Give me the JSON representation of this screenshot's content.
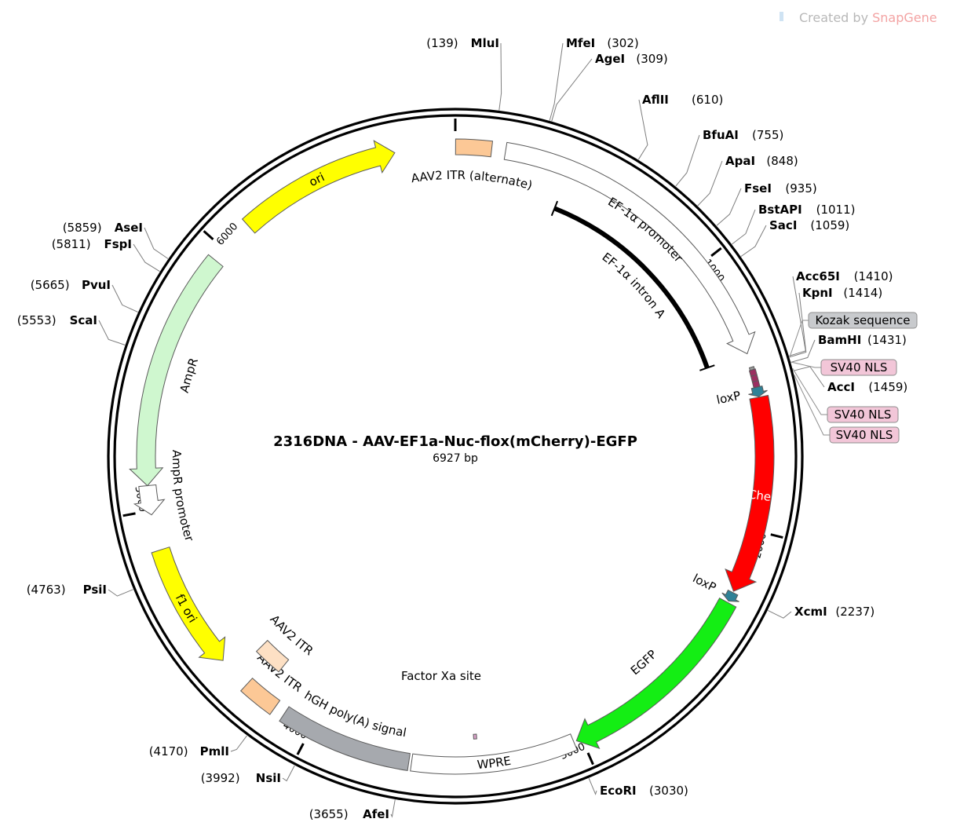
{
  "watermark": {
    "prefix": "Created by ",
    "brand": "SnapGene"
  },
  "plasmid": {
    "name": "2316DNA - AAV-EF1a-Nuc-flox(mCherry)-EGFP",
    "length_label": "6927 bp",
    "length": 6927
  },
  "ticks": [
    {
      "pos": 1000,
      "label": "1000"
    },
    {
      "pos": 2000,
      "label": "2000"
    },
    {
      "pos": 3000,
      "label": "3000"
    },
    {
      "pos": 4000,
      "label": "4000"
    },
    {
      "pos": 5000,
      "label": "5000"
    },
    {
      "pos": 6000,
      "label": "6000"
    }
  ],
  "enzymes": [
    {
      "name": "MluI",
      "pos_label": "(139)",
      "bp": 139
    },
    {
      "name": "MfeI",
      "pos_label": "(302)",
      "bp": 302
    },
    {
      "name": "AgeI",
      "pos_label": "(309)",
      "bp": 309
    },
    {
      "name": "AflII",
      "pos_label": "(610)",
      "bp": 610
    },
    {
      "name": "BfuAI",
      "pos_label": "(755)",
      "bp": 755
    },
    {
      "name": "ApaI",
      "pos_label": "(848)",
      "bp": 848
    },
    {
      "name": "FseI",
      "pos_label": "(935)",
      "bp": 935
    },
    {
      "name": "BstAPI",
      "pos_label": "(1011)",
      "bp": 1011
    },
    {
      "name": "SacI",
      "pos_label": "(1059)",
      "bp": 1059
    },
    {
      "name": "Acc65I",
      "pos_label": "(1410)",
      "bp": 1410
    },
    {
      "name": "KpnI",
      "pos_label": "(1414)",
      "bp": 1414
    },
    {
      "name": "BamHI",
      "pos_label": "(1431)",
      "bp": 1431
    },
    {
      "name": "AccI",
      "pos_label": "(1459)",
      "bp": 1459
    },
    {
      "name": "XcmI",
      "pos_label": "(2237)",
      "bp": 2237
    },
    {
      "name": "EcoRI",
      "pos_label": "(3030)",
      "bp": 3030
    },
    {
      "name": "AfeI",
      "pos_label": "(3655)",
      "bp": 3655
    },
    {
      "name": "NsiI",
      "pos_label": "(3992)",
      "bp": 3992
    },
    {
      "name": "PmlI",
      "pos_label": "(4170)",
      "bp": 4170
    },
    {
      "name": "PsiI",
      "pos_label": "(4763)",
      "bp": 4763
    },
    {
      "name": "ScaI",
      "pos_label": "(5553)",
      "bp": 5553
    },
    {
      "name": "PvuI",
      "pos_label": "(5665)",
      "bp": 5665
    },
    {
      "name": "FspI",
      "pos_label": "(5811)",
      "bp": 5811
    },
    {
      "name": "AseI",
      "pos_label": "(5859)",
      "bp": 5859
    }
  ],
  "features": [
    {
      "label": "AAV2 ITR (alternate)",
      "start": 1,
      "end": 130,
      "color": "#fcc896"
    },
    {
      "label": "EF-1α promoter",
      "start": 180,
      "end": 1360,
      "color": "#ffffff"
    },
    {
      "label": "EF-1α intron A",
      "start": 420,
      "end": 1360,
      "color": "#000000"
    },
    {
      "label": "Kozak sequence",
      "start": 1410,
      "end": 1420,
      "color": "#9a9a9a"
    },
    {
      "label": "SV40 NLS",
      "start": 1420,
      "end": 1441,
      "color": "#9c2f61"
    },
    {
      "label": "SV40 NLS",
      "start": 1441,
      "end": 1462,
      "color": "#9c2f61"
    },
    {
      "label": "SV40 NLS",
      "start": 1462,
      "end": 1483,
      "color": "#9c2f61"
    },
    {
      "label": "loxP",
      "start": 1484,
      "end": 1518,
      "color": "#2f8196"
    },
    {
      "label": "mCherry",
      "start": 1520,
      "end": 2230,
      "color": "#ff0000"
    },
    {
      "label": "loxP",
      "start": 2235,
      "end": 2269,
      "color": "#2f8196"
    },
    {
      "label": "EGFP",
      "start": 2275,
      "end": 3020,
      "color": "#14ee14"
    },
    {
      "label": "WPRE",
      "start": 3030,
      "end": 3620,
      "color": "#ffffff"
    },
    {
      "label": "Factor Xa site",
      "start": 3380,
      "end": 3392,
      "color": "#d9a0c8"
    },
    {
      "label": "hGH poly(A) signal",
      "start": 3630,
      "end": 4110,
      "color": "#a6a9ae"
    },
    {
      "label": "AAV2 ITR",
      "start": 4150,
      "end": 4280,
      "color": "#fcc896"
    },
    {
      "label": "AAV2 ITR",
      "start": 4220,
      "end": 4340,
      "color": "#fde0c4"
    },
    {
      "label": "f1 ori",
      "start": 4400,
      "end": 4856,
      "color": "#ffff00"
    },
    {
      "label": "AmpR promoter",
      "start": 4985,
      "end": 5090,
      "color": "#ffffff"
    },
    {
      "label": "AmpR",
      "start": 5090,
      "end": 5950,
      "color": "#cff7cf"
    },
    {
      "label": "ori",
      "start": 6120,
      "end": 6710,
      "color": "#ffff00"
    }
  ],
  "tags": [
    {
      "label": "Kozak sequence",
      "color": "#c8cacd"
    },
    {
      "label": "SV40 NLS",
      "color": "#f2c6d8"
    },
    {
      "label": "SV40 NLS",
      "color": "#f2c6d8"
    },
    {
      "label": "SV40 NLS",
      "color": "#f2c6d8"
    }
  ]
}
